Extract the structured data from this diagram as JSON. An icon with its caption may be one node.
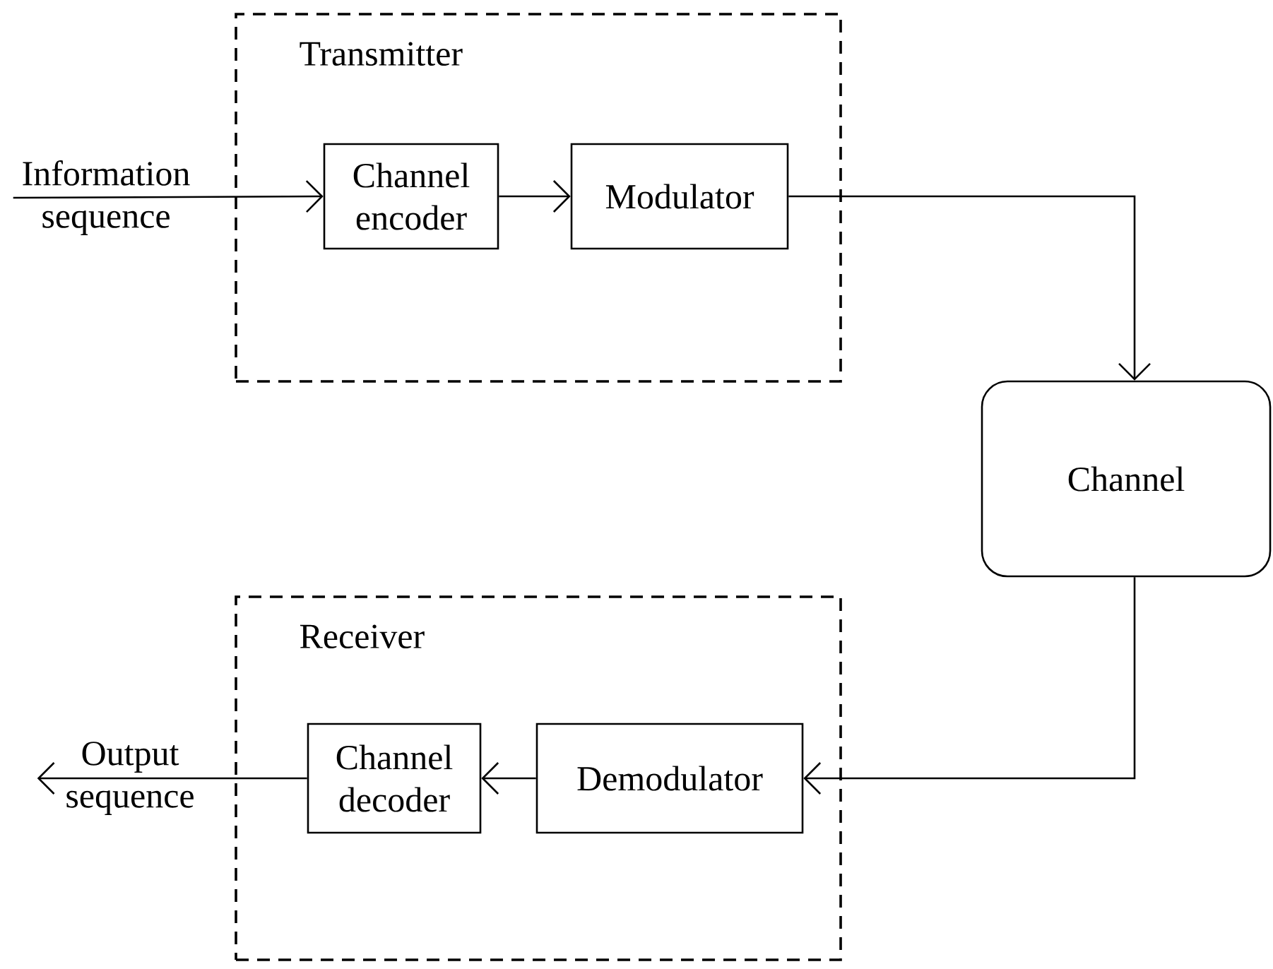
{
  "diagram": {
    "nodes": [
      {
        "text": [
          "Information sequence"
        ]
      },
      {
        "text": [
          "Transmitter"
        ]
      },
      {
        "text": [
          "Channel encoder"
        ],
        "in": 1
      },
      {
        "text": [
          "Modulator"
        ],
        "in": 1
      },
      {
        "text": [
          "Channel"
        ]
      },
      {
        "text": [
          "Output sequence"
        ]
      },
      {
        "text": [
          "Receiver"
        ]
      },
      {
        "text": [
          "Channel decoder"
        ],
        "in": 6
      },
      {
        "text": [
          "Demodulator"
        ],
        "in": 6
      }
    ],
    "edges": [
      {
        "from": 0,
        "to": 2,
        "arrow": "to"
      },
      {
        "from": 2,
        "to": 3,
        "arrow": "to"
      },
      {
        "from": 3,
        "to": 4,
        "arrow": "to"
      },
      {
        "from": 4,
        "to": 8,
        "arrow": "to"
      },
      {
        "from": 8,
        "to": 7,
        "arrow": "to"
      },
      {
        "from": 7,
        "to": 5,
        "arrow": "to"
      }
    ]
  }
}
